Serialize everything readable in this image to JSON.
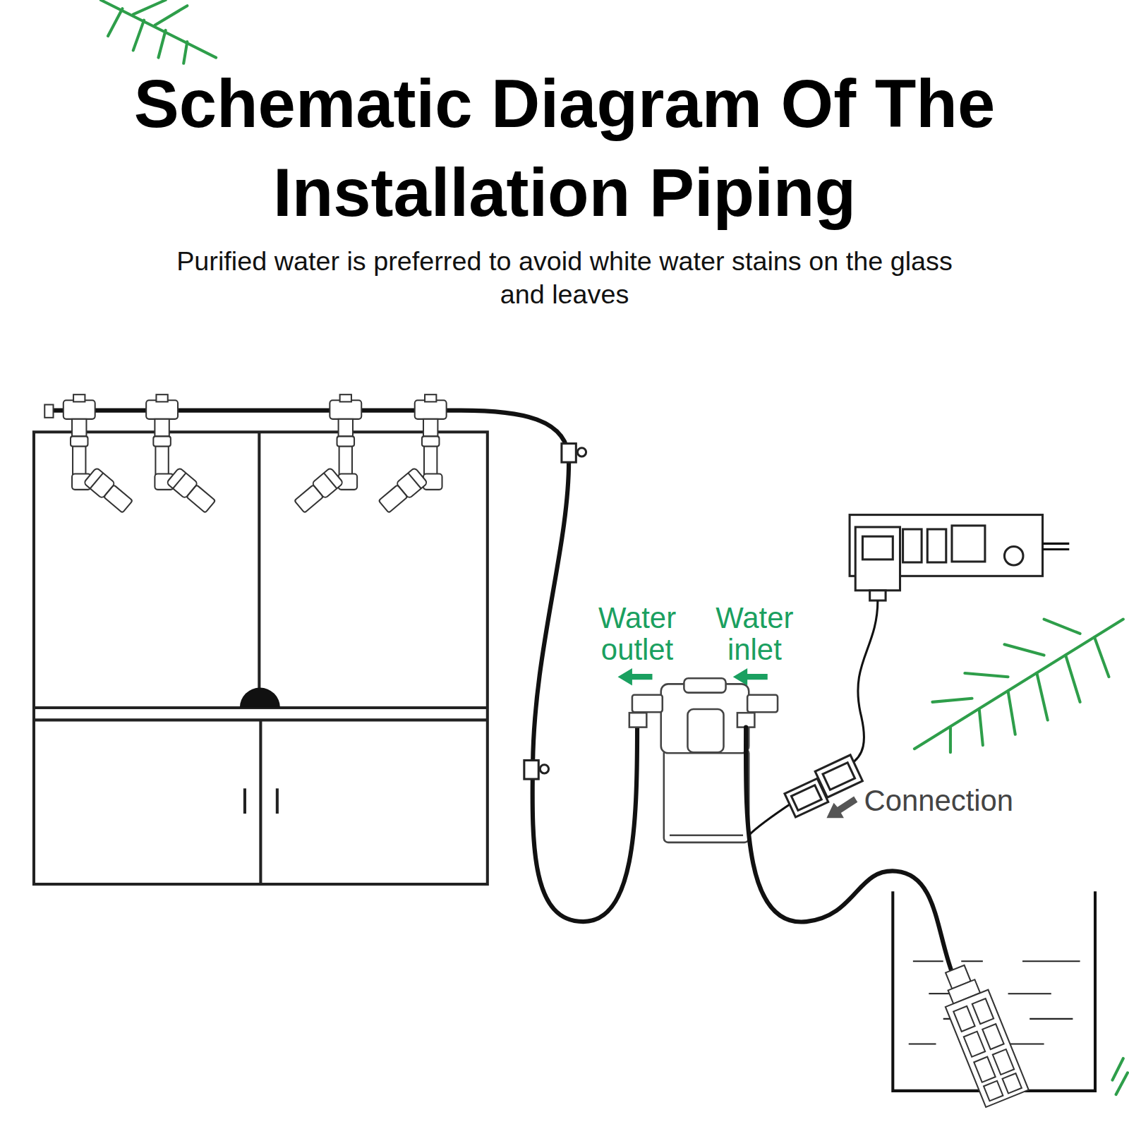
{
  "diagram": {
    "title": "Schematic Diagram Of The Installation Piping",
    "caption": "Purified water is preferred to avoid white water stains on the glass and leaves",
    "labels": [
      "Water outlet",
      "Water inlet",
      "Connection"
    ]
  }
}
